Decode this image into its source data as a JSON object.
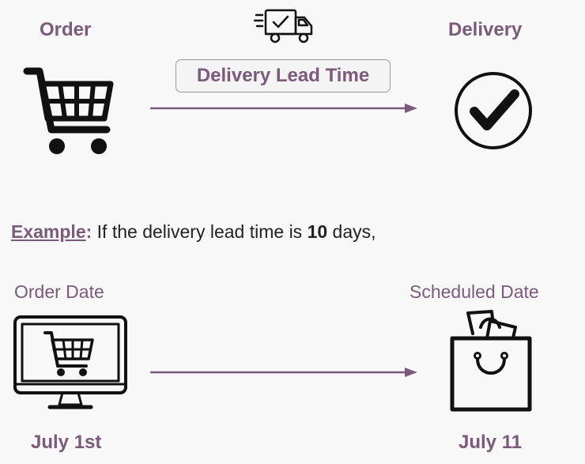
{
  "header": {
    "order_label": "Order",
    "delivery_label": "Delivery",
    "lead_time_badge": "Delivery Lead Time"
  },
  "example": {
    "label": "Example",
    "colon": ":",
    "text_before": " If the delivery lead time is ",
    "days_value": "10",
    "text_after": " days,"
  },
  "timeline": {
    "order_date_label": "Order Date",
    "scheduled_date_label": "Scheduled Date",
    "order_date_value": "July 1st",
    "scheduled_date_value": "July 11"
  },
  "colors": {
    "accent": "#7b5a7b",
    "arrow": "#7b5a7b",
    "icon": "#111111"
  },
  "icons": {
    "truck": "delivery-truck-icon",
    "cart": "shopping-cart-icon",
    "check": "check-circle-icon",
    "monitor": "monitor-cart-icon",
    "bag": "shopping-bag-icon"
  }
}
